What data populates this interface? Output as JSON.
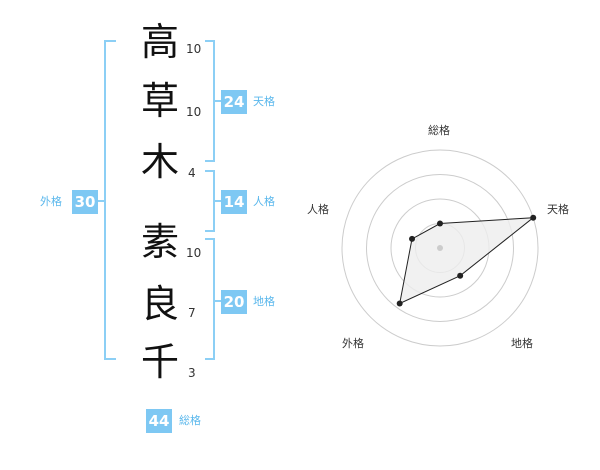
{
  "name": {
    "chars": [
      {
        "char": "高",
        "strokes": "10"
      },
      {
        "char": "草",
        "strokes": "10"
      },
      {
        "char": "木",
        "strokes": "4"
      },
      {
        "char": "素",
        "strokes": "10"
      },
      {
        "char": "良",
        "strokes": "7"
      },
      {
        "char": "千",
        "strokes": "3"
      }
    ]
  },
  "scores": {
    "tenkaku": {
      "value": "24",
      "label": "天格"
    },
    "jinkaku": {
      "value": "14",
      "label": "人格"
    },
    "chikaku": {
      "value": "20",
      "label": "地格"
    },
    "gaikaku": {
      "value": "30",
      "label": "外格"
    },
    "soukaku": {
      "value": "44",
      "label": "総格"
    }
  },
  "radar": {
    "axes": [
      "総格",
      "天格",
      "地格",
      "外格",
      "人格"
    ],
    "values": [
      0.25,
      1.0,
      0.35,
      0.7,
      0.3
    ],
    "colors": {
      "fill": "#eeeeee",
      "line": "#222222",
      "rings": "#cccccc",
      "center": "#cccccc"
    }
  },
  "colors": {
    "accent": "#7ec8f3",
    "bracket": "#8ccff5",
    "label": "#59b7ec"
  }
}
